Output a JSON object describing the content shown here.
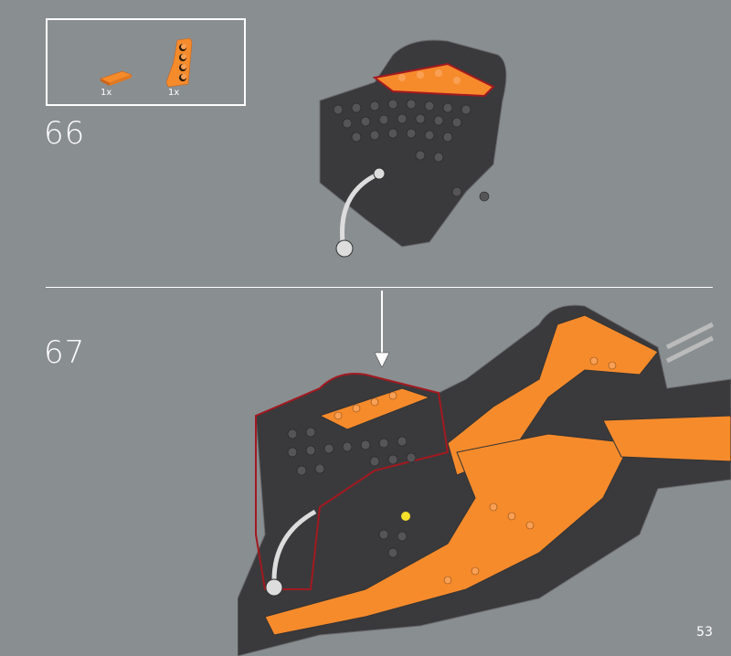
{
  "steps": [
    {
      "number": "66",
      "parts": [
        {
          "qty": "1x",
          "color": "#f68b2c"
        },
        {
          "qty": "1x",
          "color": "#f68b2c"
        }
      ]
    },
    {
      "number": "67"
    }
  ],
  "page_number": "53",
  "colors": {
    "background": "#898e91",
    "brick_dark": "#3a3a3c",
    "brick_orange": "#f68b2c",
    "highlight": "#a3191f"
  }
}
